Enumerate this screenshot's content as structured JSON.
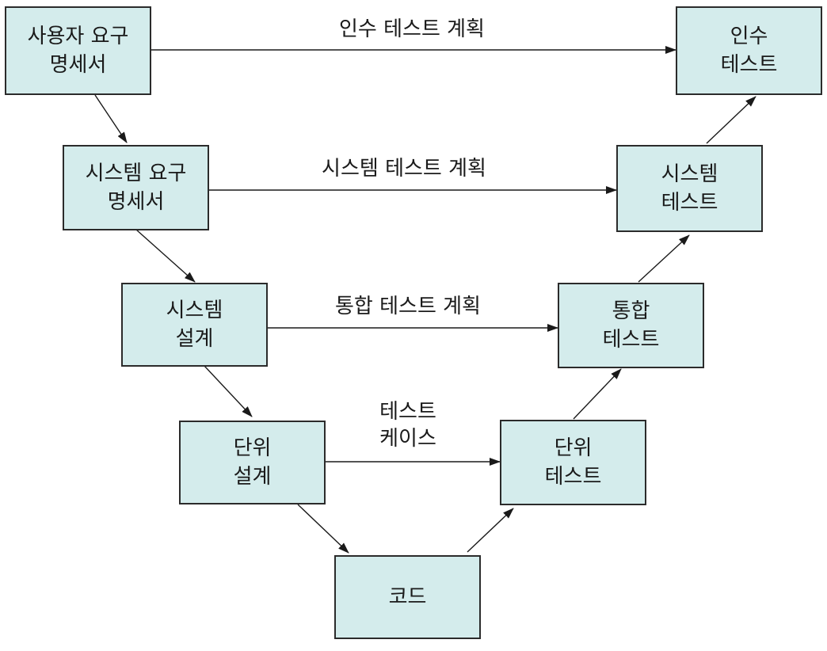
{
  "left_branch": {
    "user_requirements": {
      "line1": "사용자 요구",
      "line2": "명세서"
    },
    "system_requirements": {
      "line1": "시스템 요구",
      "line2": "명세서"
    },
    "system_design": {
      "line1": "시스템",
      "line2": "설계"
    },
    "unit_design": {
      "line1": "단위",
      "line2": "설계"
    }
  },
  "bottom": {
    "code": {
      "line1": "코드"
    }
  },
  "right_branch": {
    "unit_test": {
      "line1": "단위",
      "line2": "테스트"
    },
    "integration_test": {
      "line1": "통합",
      "line2": "테스트"
    },
    "system_test": {
      "line1": "시스템",
      "line2": "테스트"
    },
    "acceptance_test": {
      "line1": "인수",
      "line2": "테스트"
    }
  },
  "plans": {
    "acceptance": "인수 테스트 계획",
    "system": "시스템 테스트 계획",
    "integration": "통합 테스트 계획",
    "test_case": {
      "line1": "테스트",
      "line2": "케이스"
    }
  }
}
